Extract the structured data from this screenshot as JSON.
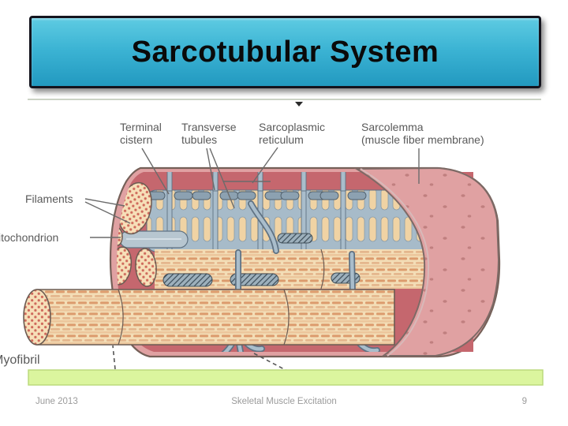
{
  "slide": {
    "title": "Sarcotubular System",
    "footer": {
      "date": "June 2013",
      "center": "Skeletal Muscle Excitation",
      "page": "9"
    }
  },
  "diagram": {
    "labels": {
      "terminal_cistern_1": "Terminal",
      "terminal_cistern_2": "cistern",
      "transverse_tubules_1": "Transverse",
      "transverse_tubules_2": "tubules",
      "sarcoplasmic_reticulum_1": "Sarcoplasmic",
      "sarcoplasmic_reticulum_2": "reticulum",
      "sarcolemma_1": "Sarcolemma",
      "sarcolemma_2": "(muscle fiber membrane)",
      "filaments": "Filaments",
      "mitochondrion": "itochondrion",
      "myofibril": "Myofibril"
    },
    "colors": {
      "banner_top": "#5ecbe2",
      "banner_bottom": "#2299c0",
      "fiber_outer_pink": "#e0a1a2",
      "fiber_inner_red": "#c5676e",
      "sr_blue_gray": "#a7bbc9",
      "myofibril_cream": "#f3ddb6",
      "striation_orange": "#dc9b6d",
      "filament_dot_red": "#cf6a5c",
      "green_bar": "#dbf59e"
    }
  }
}
